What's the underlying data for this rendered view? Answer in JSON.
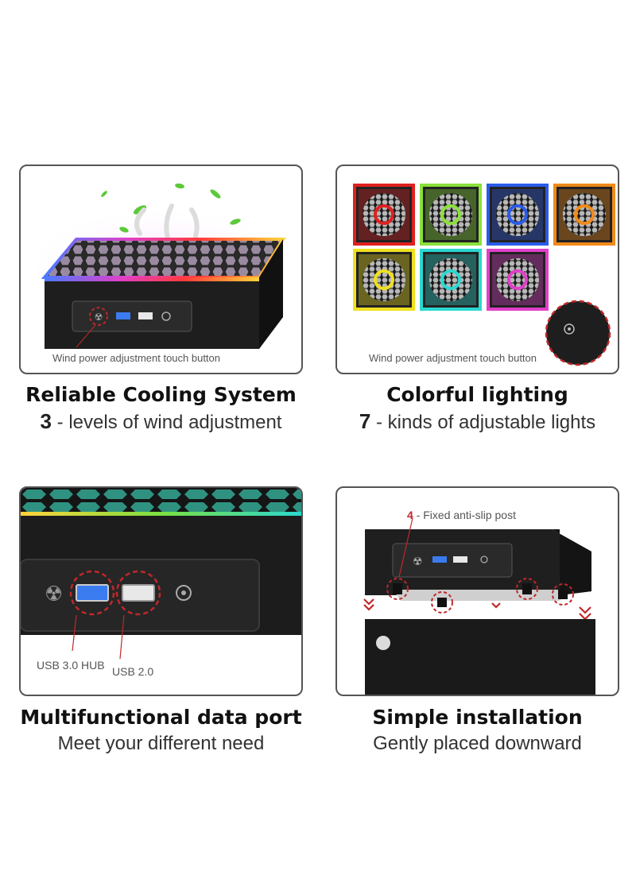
{
  "panel_cooling": {
    "caption": "Wind power adjustment touch button",
    "heading": "Reliable Cooling System",
    "sub_number": "3",
    "sub_text": "- levels of wind adjustment"
  },
  "panel_lighting": {
    "caption": "Wind power adjustment touch button",
    "heading": "Colorful lighting",
    "sub_number": "7",
    "sub_text": "- kinds of adjustable lights",
    "light_colors": [
      "#e02020",
      "#8be03a",
      "#2a5be8",
      "#f08a1a",
      "#f0e020",
      "#2ad8d0",
      "#e040c8"
    ]
  },
  "panel_ports": {
    "label_usb3": "USB 3.0 HUB",
    "label_usb2": "USB 2.0",
    "heading": "Multifunctional data port",
    "sub_text": "Meet your different need"
  },
  "panel_install": {
    "label_posts_number": "4",
    "label_posts_text": "- Fixed anti-slip post",
    "heading": "Simple installation",
    "sub_text": "Gently placed downward"
  },
  "colors": {
    "border": "#555555",
    "accent_red": "#c0282a",
    "device_black": "#222222"
  }
}
